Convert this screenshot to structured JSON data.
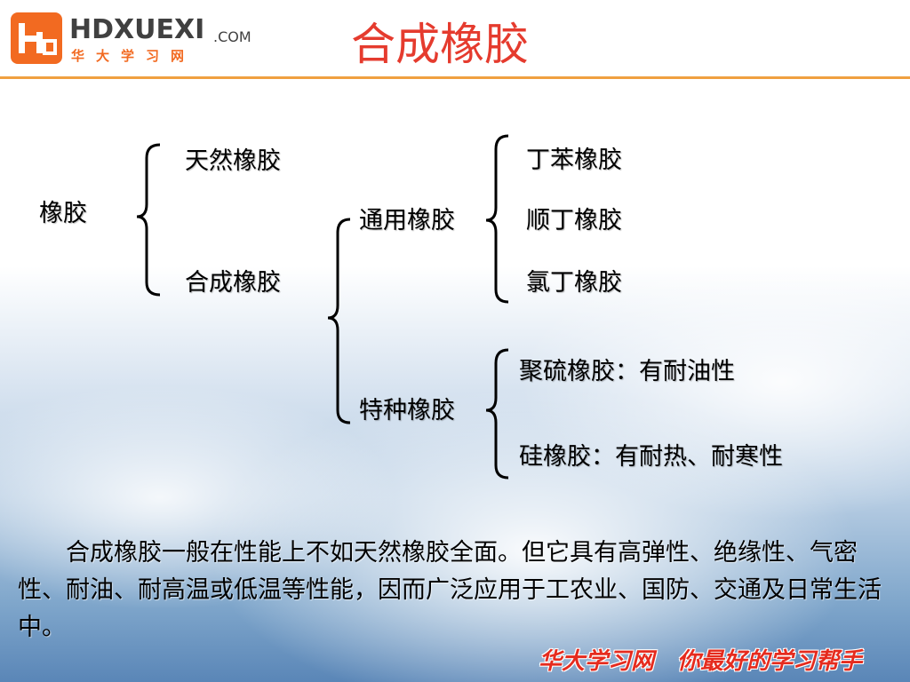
{
  "logo": {
    "brand": "HDXUEXI",
    "domain": ".COM",
    "cn_name": "华大学习网"
  },
  "title": "合成橡胶",
  "tree": {
    "root": "橡胶",
    "natural": "天然橡胶",
    "synthetic": "合成橡胶",
    "general": "通用橡胶",
    "special": "特种橡胶",
    "general_items": [
      "丁苯橡胶",
      "顺丁橡胶",
      "氯丁橡胶"
    ],
    "special_items": [
      "聚硫橡胶：有耐油性",
      "硅橡胶：有耐热、耐寒性"
    ]
  },
  "paragraph": "合成橡胶一般在性能上不如天然橡胶全面。但它具有高弹性、绝缘性、气密性、耐油、耐高温或低温等性能，因而广泛应用于工农业、国防、交通及日常生活中。",
  "slogan": "华大学习网　你最好的学习帮手",
  "colors": {
    "title": "#e53b2e",
    "logo_orange": "#f26a21",
    "rule": "#f0a040",
    "slogan": "#e52b1e"
  }
}
